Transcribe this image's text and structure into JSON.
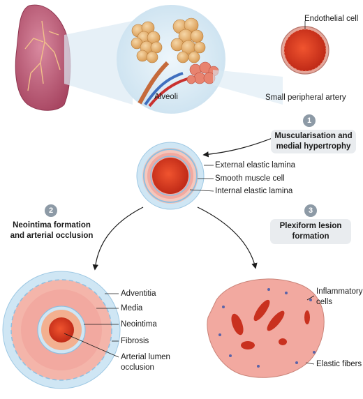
{
  "labels": {
    "endothelial_cell": "Endothelial cell",
    "alveoli": "Alveoli",
    "small_peripheral_artery": "Small peripheral artery",
    "external_elastic_lamina": "External elastic lamina",
    "smooth_muscle_cell": "Smooth muscle cell",
    "internal_elastic_lamina": "Internal elastic lamina",
    "adventitia": "Adventitia",
    "media": "Media",
    "neointima": "Neointima",
    "fibrosis": "Fibrosis",
    "arterial_lumen_occlusion_1": "Arterial lumen",
    "arterial_lumen_occlusion_2": "occlusion",
    "inflammatory_cells_1": "Inflammatory",
    "inflammatory_cells_2": "cells",
    "elastic_fibers": "Elastic fibers"
  },
  "steps": [
    {
      "number": "1",
      "line1": "Muscularisation and",
      "line2": "medial hypertrophy"
    },
    {
      "number": "2",
      "line1": "Neointima formation",
      "line2": "and arterial occlusion"
    },
    {
      "number": "3",
      "line1": "Plexiform lesion",
      "line2": "formation"
    }
  ],
  "colors": {
    "lung": "#c0607a",
    "vessel_wall": "#f2a9a0",
    "lumen": "#d8391f",
    "adventitia": "#cfe6f4",
    "badge": "#8d9aa6",
    "step_box": "#e9ecef"
  }
}
